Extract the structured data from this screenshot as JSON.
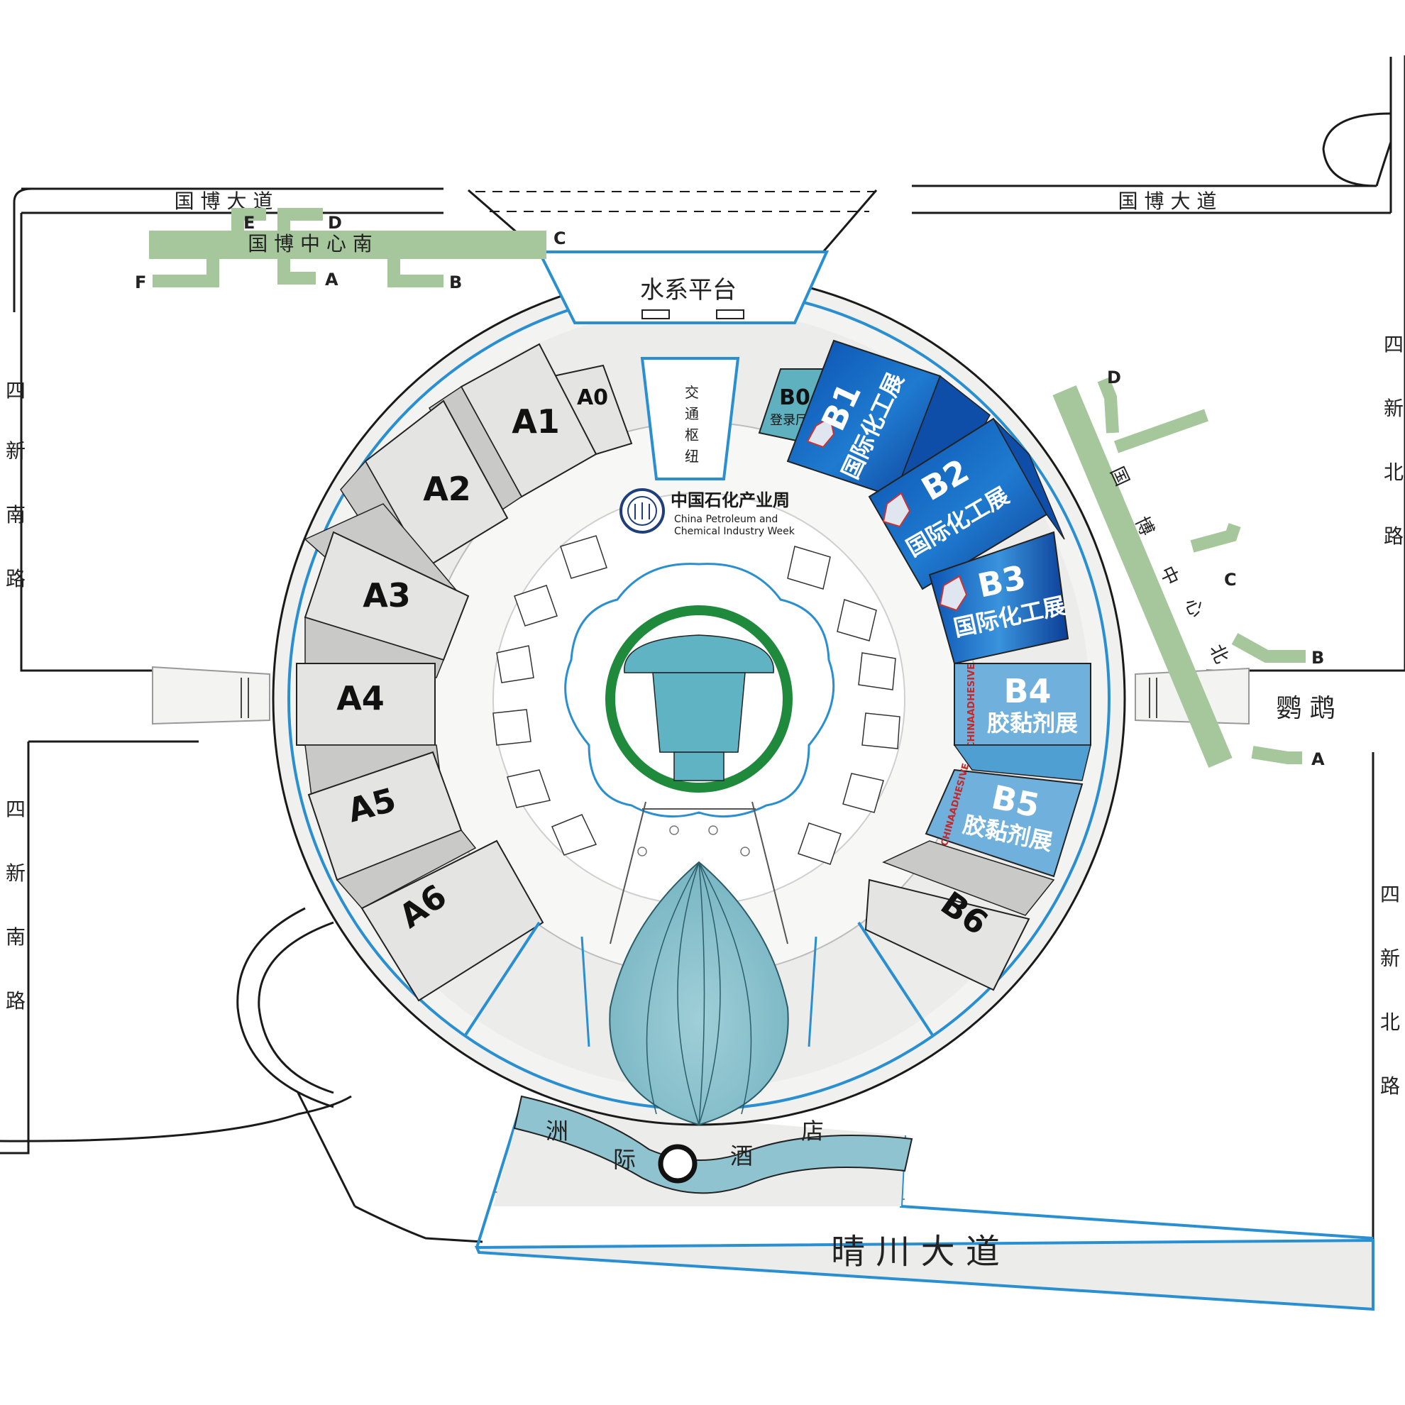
{
  "colors": {
    "ring_outline": "#2a8fd0",
    "metro_line": "#a6c79c",
    "hall_gray": "#e4e4e3",
    "b_hall_dark": "#0f56b3",
    "b_hall_mid": "#2f86d4",
    "b_hall_light": "#5aa6d9",
    "b0_teal": "#5fb1bf",
    "center_green": "#1f8a3c",
    "center_teal": "#5fb3c3",
    "hotel_band": "#8ec3cf"
  },
  "roads": {
    "guobo_west": "国 博 大 道",
    "guobo_east": "国 博 大 道",
    "sixin_south_upper": [
      "四",
      "新",
      "南",
      "路"
    ],
    "sixin_south_lower": [
      "四",
      "新",
      "南",
      "路"
    ],
    "sixin_north_upper": [
      "四",
      "新",
      "北",
      "路"
    ],
    "sixin_north_lower": [
      "四",
      "新",
      "北",
      "路"
    ],
    "yingwu": "鹦 鹉",
    "qingchuan": "晴  川  大  道"
  },
  "metro": {
    "south_station": "国 博 中 心 南",
    "south_exits": [
      "E",
      "D",
      "C",
      "F",
      "A",
      "B"
    ],
    "north_station": [
      "国",
      "博",
      "中",
      "心",
      "北"
    ],
    "north_exits": [
      "D",
      "C",
      "B",
      "A"
    ]
  },
  "landmarks": {
    "water_platform": "水系平台",
    "transport_hub": [
      "交",
      "通",
      "枢",
      "纽"
    ],
    "hotel": [
      "洲",
      "际",
      "酒",
      "店"
    ]
  },
  "brand": {
    "name_cn": "中国石化产业周",
    "name_en_1": "China Petroleum and",
    "name_en_2": "Chemical Industry Week",
    "logo_icon": "cpciw-logo-icon"
  },
  "halls": {
    "a0": "A0",
    "a1": "A1",
    "a2": "A2",
    "a3": "A3",
    "a4": "A4",
    "a5": "A5",
    "a6": "A6",
    "b0": "B0",
    "b0_sub": "登录厅",
    "b1": "B1",
    "b1_sub": "国际化工展",
    "b2": "B2",
    "b2_sub": "国际化工展",
    "b3": "B3",
    "b3_sub": "国际化工展",
    "b4": "B4",
    "b4_sub": "胶黏剂展",
    "b5": "B5",
    "b5_sub": "胶黏剂展",
    "b6": "B6",
    "adhesive_logo": "CHINAADHESIVE",
    "chem_badge_icon": "expo-badge-icon"
  }
}
